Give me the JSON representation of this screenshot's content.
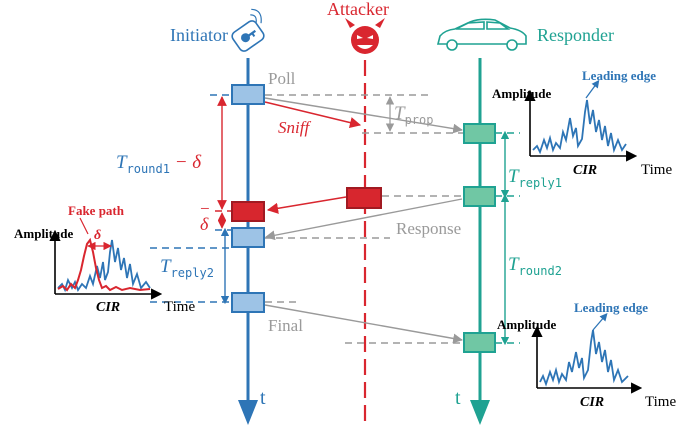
{
  "roles": {
    "initiator": "Initiator",
    "attacker": "Attacker",
    "responder": "Responder"
  },
  "messages": {
    "poll": "Poll",
    "sniff": "Sniff",
    "response": "Response",
    "final": "Final"
  },
  "timeline_label": "t",
  "intervals": {
    "t_symbol": "T",
    "prop_sub": "prop",
    "round1_sub": "round1",
    "round1_suffix": " − δ",
    "reply1_sub": "reply1",
    "reply2_sub": "reply2",
    "round2_sub": "round2",
    "delta": "δ",
    "minus_sign": "−"
  },
  "cir_plots": {
    "amplitude": "Amplitude",
    "time": "Time",
    "cir": "CIR",
    "leading_edge": "Leading edge",
    "fake_path": "Fake path",
    "delta": "δ"
  },
  "colors": {
    "initiator": "#2e75b6",
    "attacker": "#d9262f",
    "responder": "#1fa292",
    "gray": "#9a9a9a",
    "initiator_box": "#9dc3e6",
    "responder_box": "#70c7a4",
    "attacker_box": "#d7262e"
  },
  "icons": {
    "initiator": "key-fob-icon",
    "attacker": "devil-icon",
    "responder": "car-icon"
  }
}
